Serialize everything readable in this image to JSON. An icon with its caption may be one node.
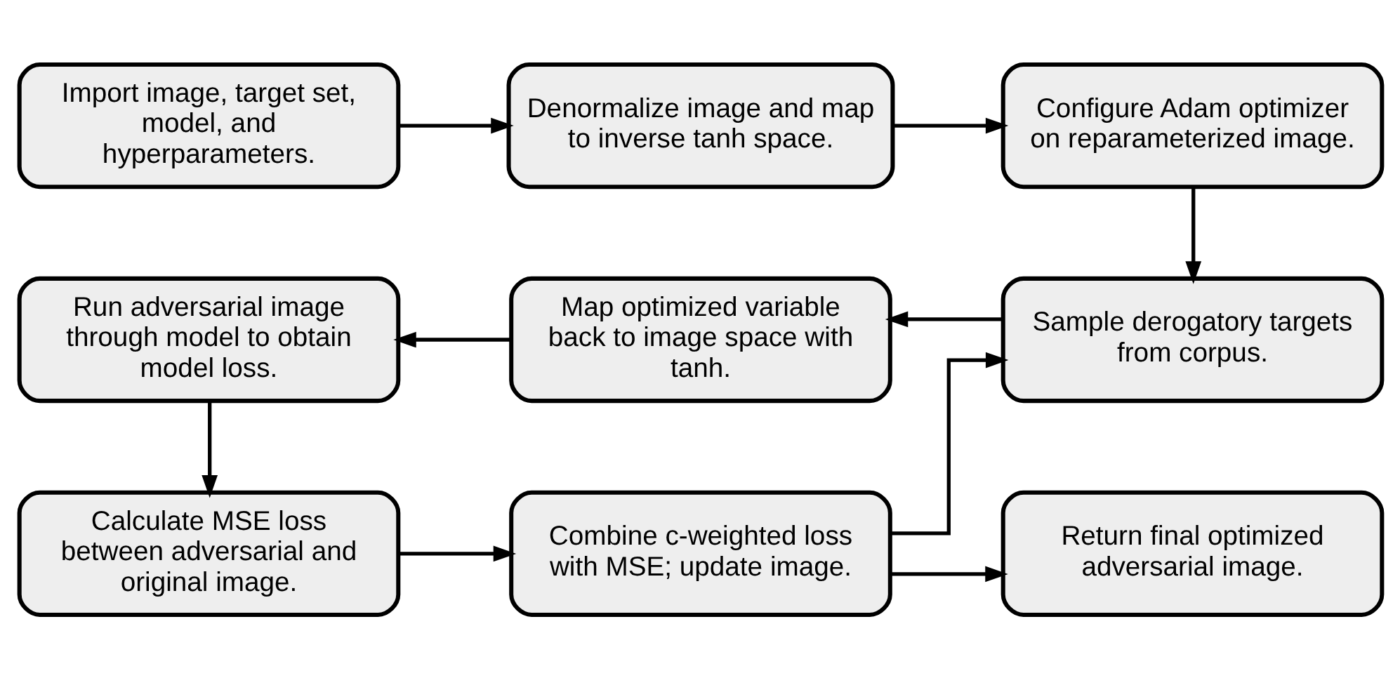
{
  "diagram": {
    "nodes": [
      {
        "text": [
          "Import image, target set, model, and hyperparameters."
        ]
      },
      {
        "text": [
          "Denormalize image and map to inverse tanh space."
        ]
      },
      {
        "text": [
          "Configure Adam optimizer on reparameterized image."
        ]
      },
      {
        "text": [
          "Run adversarial image through model to obtain model loss."
        ]
      },
      {
        "text": [
          "Map optimized variable back to image space with tanh."
        ]
      },
      {
        "text": [
          "Sample derogatory targets from corpus."
        ]
      },
      {
        "text": [
          "Calculate MSE loss between adversarial and original image."
        ]
      },
      {
        "text": [
          "Combine c-weighted loss with MSE; update image."
        ]
      },
      {
        "text": [
          "Return final optimized adversarial image."
        ]
      }
    ],
    "edges": [
      {
        "from": 0,
        "to": 1,
        "arrow": "to"
      },
      {
        "from": 1,
        "to": 2,
        "arrow": "to"
      },
      {
        "from": 2,
        "to": 5,
        "arrow": "to"
      },
      {
        "from": 5,
        "to": 4,
        "arrow": "to"
      },
      {
        "from": 4,
        "to": 3,
        "arrow": "to"
      },
      {
        "from": 3,
        "to": 6,
        "arrow": "to"
      },
      {
        "from": 6,
        "to": 7,
        "arrow": "to"
      },
      {
        "from": 7,
        "to": 5,
        "arrow": "to"
      },
      {
        "from": 7,
        "to": 8,
        "arrow": "to"
      }
    ]
  }
}
